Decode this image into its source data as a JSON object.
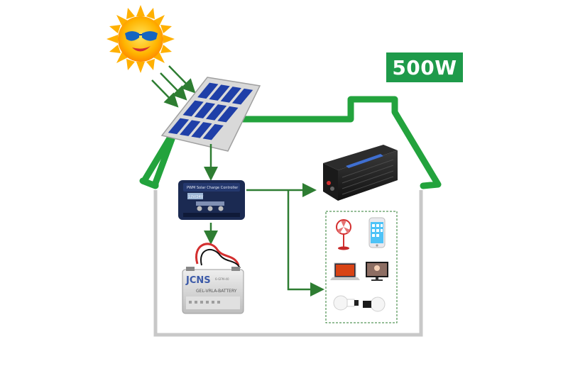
{
  "power_rating": "500W",
  "controller": {
    "title": "PWM Solar Charge Controller",
    "model": "12V/24V"
  },
  "battery": {
    "brand": "JCNS",
    "type_label": "GEL-VRLA-BATTERY",
    "model": "6-GFM-40"
  },
  "colors": {
    "house_roof": "#23a33d",
    "house_wall": "#c8c8c8",
    "arrow": "#2e7d32",
    "badge": "#1e9a4a",
    "panel": "#1f3fa8",
    "inverter": "#1c1c1c"
  },
  "icons": [
    "sun-icon",
    "solar-panel-icon",
    "charge-controller-icon",
    "battery-icon",
    "inverter-icon",
    "fan-icon",
    "phone-icon",
    "laptop-icon",
    "monitor-icon",
    "bulb-icon"
  ]
}
